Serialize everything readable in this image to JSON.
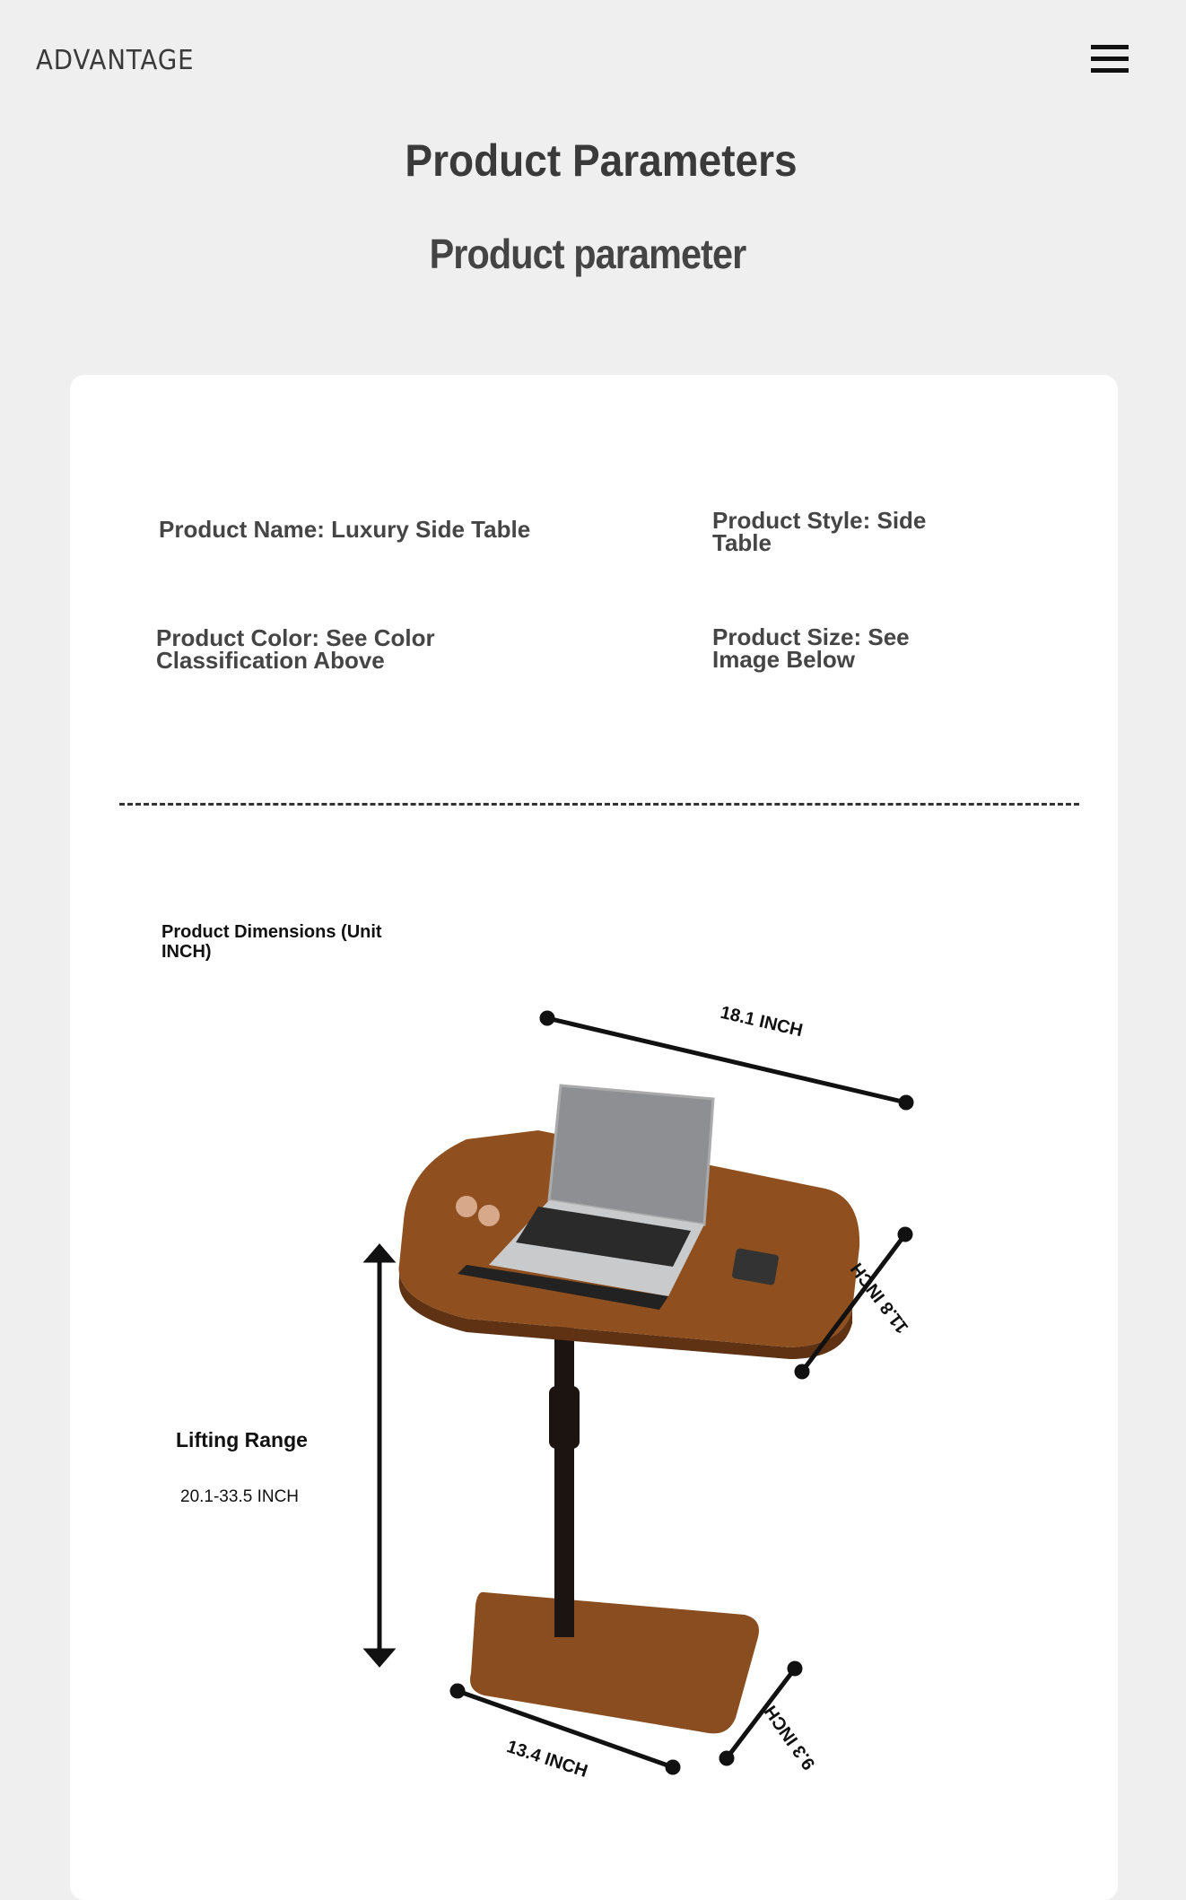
{
  "header": {
    "logo": "ADVANTAGE",
    "menu_icon": "hamburger-icon"
  },
  "title": "Product Parameters",
  "subtitle": "Product parameter",
  "params": {
    "name": "Product Name: Luxury Side Table",
    "style": "Product Style: Side Table",
    "color": "Product Color: See Color Classification Above",
    "size": "Product Size: See Image Below"
  },
  "dimensions": {
    "heading": "Product Dimensions (Unit INCH)",
    "top_length": "18.1 INCH",
    "top_width": "11.8 INCH",
    "base_length": "13.4 INCH",
    "base_width": "9.3 INCH",
    "lifting_label": "Lifting Range",
    "lifting_value": "20.1-33.5 INCH"
  }
}
